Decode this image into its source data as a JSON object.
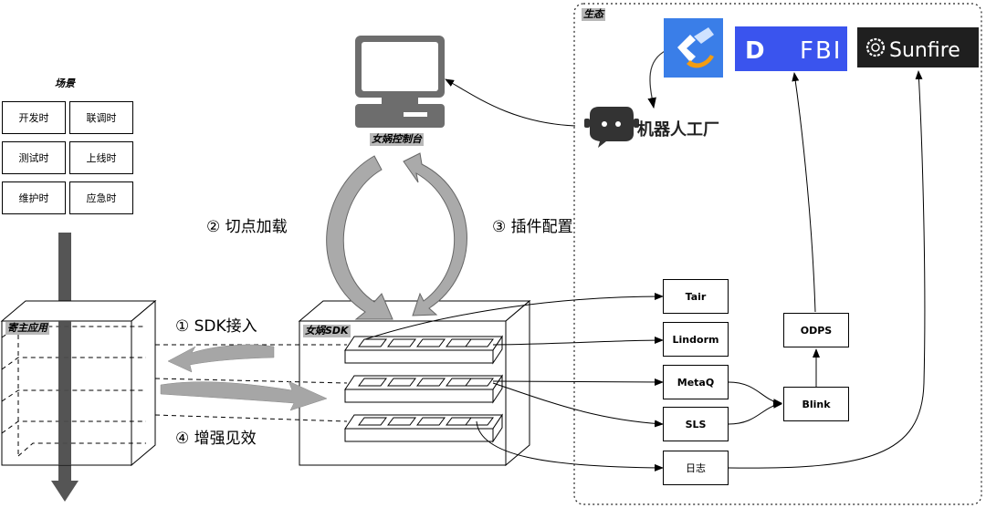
{
  "scene": {
    "title": "场景",
    "cells": [
      "开发时",
      "联调时",
      "测试时",
      "上线时",
      "维护时",
      "应急时"
    ]
  },
  "host": {
    "label": "寄主应用"
  },
  "sdk": {
    "label": "女娲SDK"
  },
  "console": {
    "label": "女娲控制台"
  },
  "steps": {
    "s1": "① SDK接入",
    "s2": "② 切点加载",
    "s3": "③ 插件配置",
    "s4": "④ 增强见效"
  },
  "ecosystem": {
    "label": "生态",
    "logos": {
      "fbi": "FBI",
      "fbi_mark": "D",
      "sunfire": "Sunfire",
      "robot": "机器人工厂"
    },
    "nodes": {
      "tair": "Tair",
      "lindorm": "Lindorm",
      "metaq": "MetaQ",
      "sls": "SLS",
      "log": "日志",
      "odps": "ODPS",
      "blink": "Blink"
    }
  }
}
